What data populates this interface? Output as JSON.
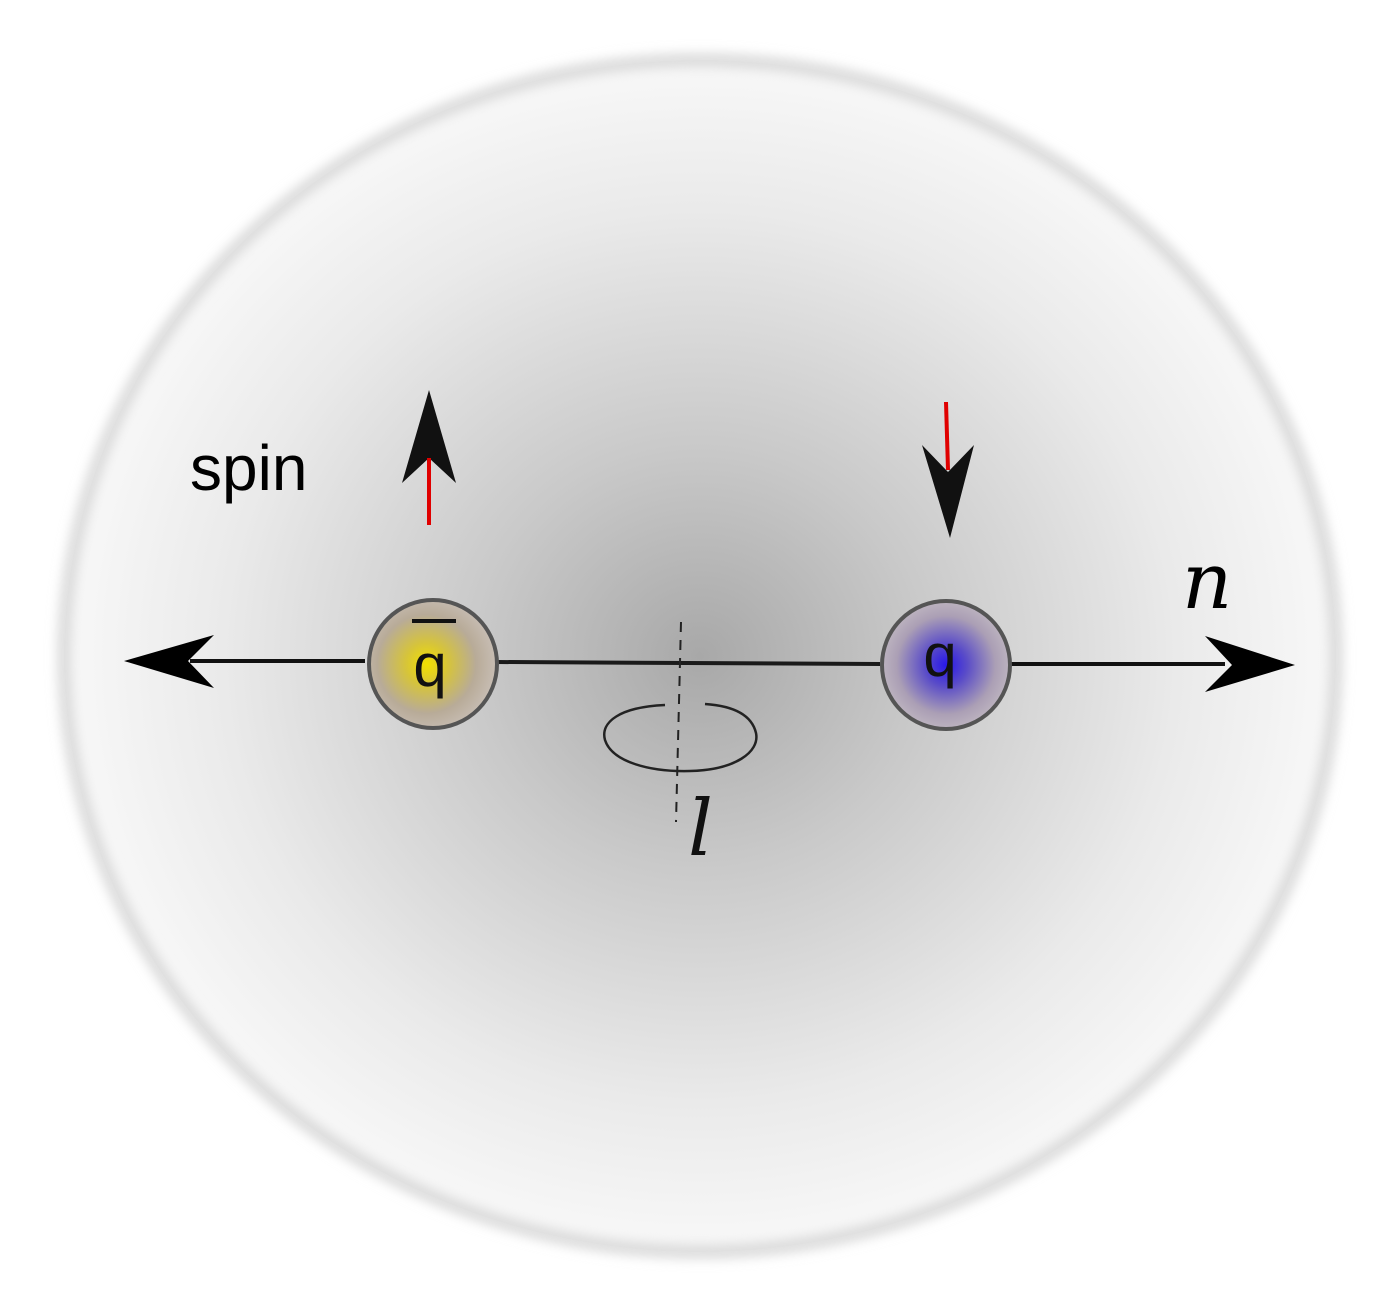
{
  "diagram": {
    "spin_label": "spin",
    "antiquark_label": "q",
    "quark_label": "q",
    "axis_label": "n",
    "orbital_label": "l"
  },
  "colors": {
    "background": "#ffffff",
    "cloud_center": "#a6a6a6",
    "cloud_edge": "#f5f5f5",
    "cloud_rim": "#d8d8d8",
    "arrow": "#000000",
    "spin_inner": "#e00000",
    "antiquark_core": "#e8d400",
    "quark_core": "#2a1ee0",
    "particle_shell": "#b3a79c",
    "particle_outline": "#4a4a4a",
    "line": "#1a1a1a"
  }
}
